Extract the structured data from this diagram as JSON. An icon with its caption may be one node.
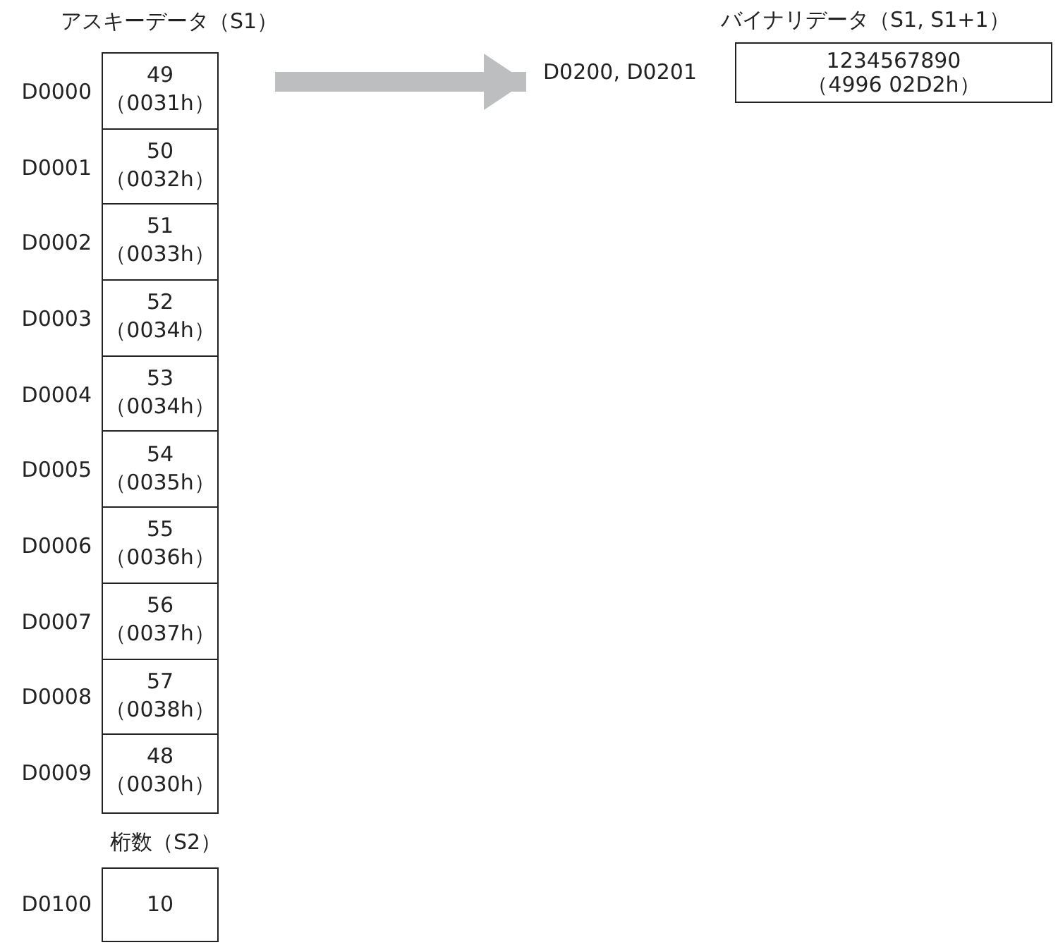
{
  "diagram": {
    "nodes": [
      {
        "text": [
          "アスキーデータ（S1）"
        ]
      },
      {
        "text": [
          "49",
          "（0031h）"
        ],
        "beside": [
          "D0000"
        ],
        "in": 0
      },
      {
        "text": [
          "50",
          "（0032h）"
        ],
        "beside": [
          "D0001"
        ],
        "in": 0
      },
      {
        "text": [
          "51",
          "（0033h）"
        ],
        "beside": [
          "D0002"
        ],
        "in": 0
      },
      {
        "text": [
          "52",
          "（0034h）"
        ],
        "beside": [
          "D0003"
        ],
        "in": 0
      },
      {
        "text": [
          "53",
          "（0034h）"
        ],
        "beside": [
          "D0004"
        ],
        "in": 0
      },
      {
        "text": [
          "54",
          "（0035h）"
        ],
        "beside": [
          "D0005"
        ],
        "in": 0
      },
      {
        "text": [
          "55",
          "（0036h）"
        ],
        "beside": [
          "D0006"
        ],
        "in": 0
      },
      {
        "text": [
          "56",
          "（0037h）"
        ],
        "beside": [
          "D0007"
        ],
        "in": 0
      },
      {
        "text": [
          "57",
          "（0038h）"
        ],
        "beside": [
          "D0008"
        ],
        "in": 0
      },
      {
        "text": [
          "48",
          "（0030h）"
        ],
        "beside": [
          "D0009"
        ],
        "in": 0
      },
      {
        "text": [
          "バイナリデータ（S1, S1+1）",
          "1234567890",
          "（4996 02D2h）"
        ],
        "beside": [
          "D0200, D0201"
        ]
      },
      {
        "text": [
          "桁数（S2）",
          "10"
        ],
        "beside": [
          "D0100"
        ]
      }
    ],
    "edges": [
      {
        "from": 0,
        "to": 11,
        "arrow": "to",
        "color": "#bcbec0"
      }
    ]
  }
}
